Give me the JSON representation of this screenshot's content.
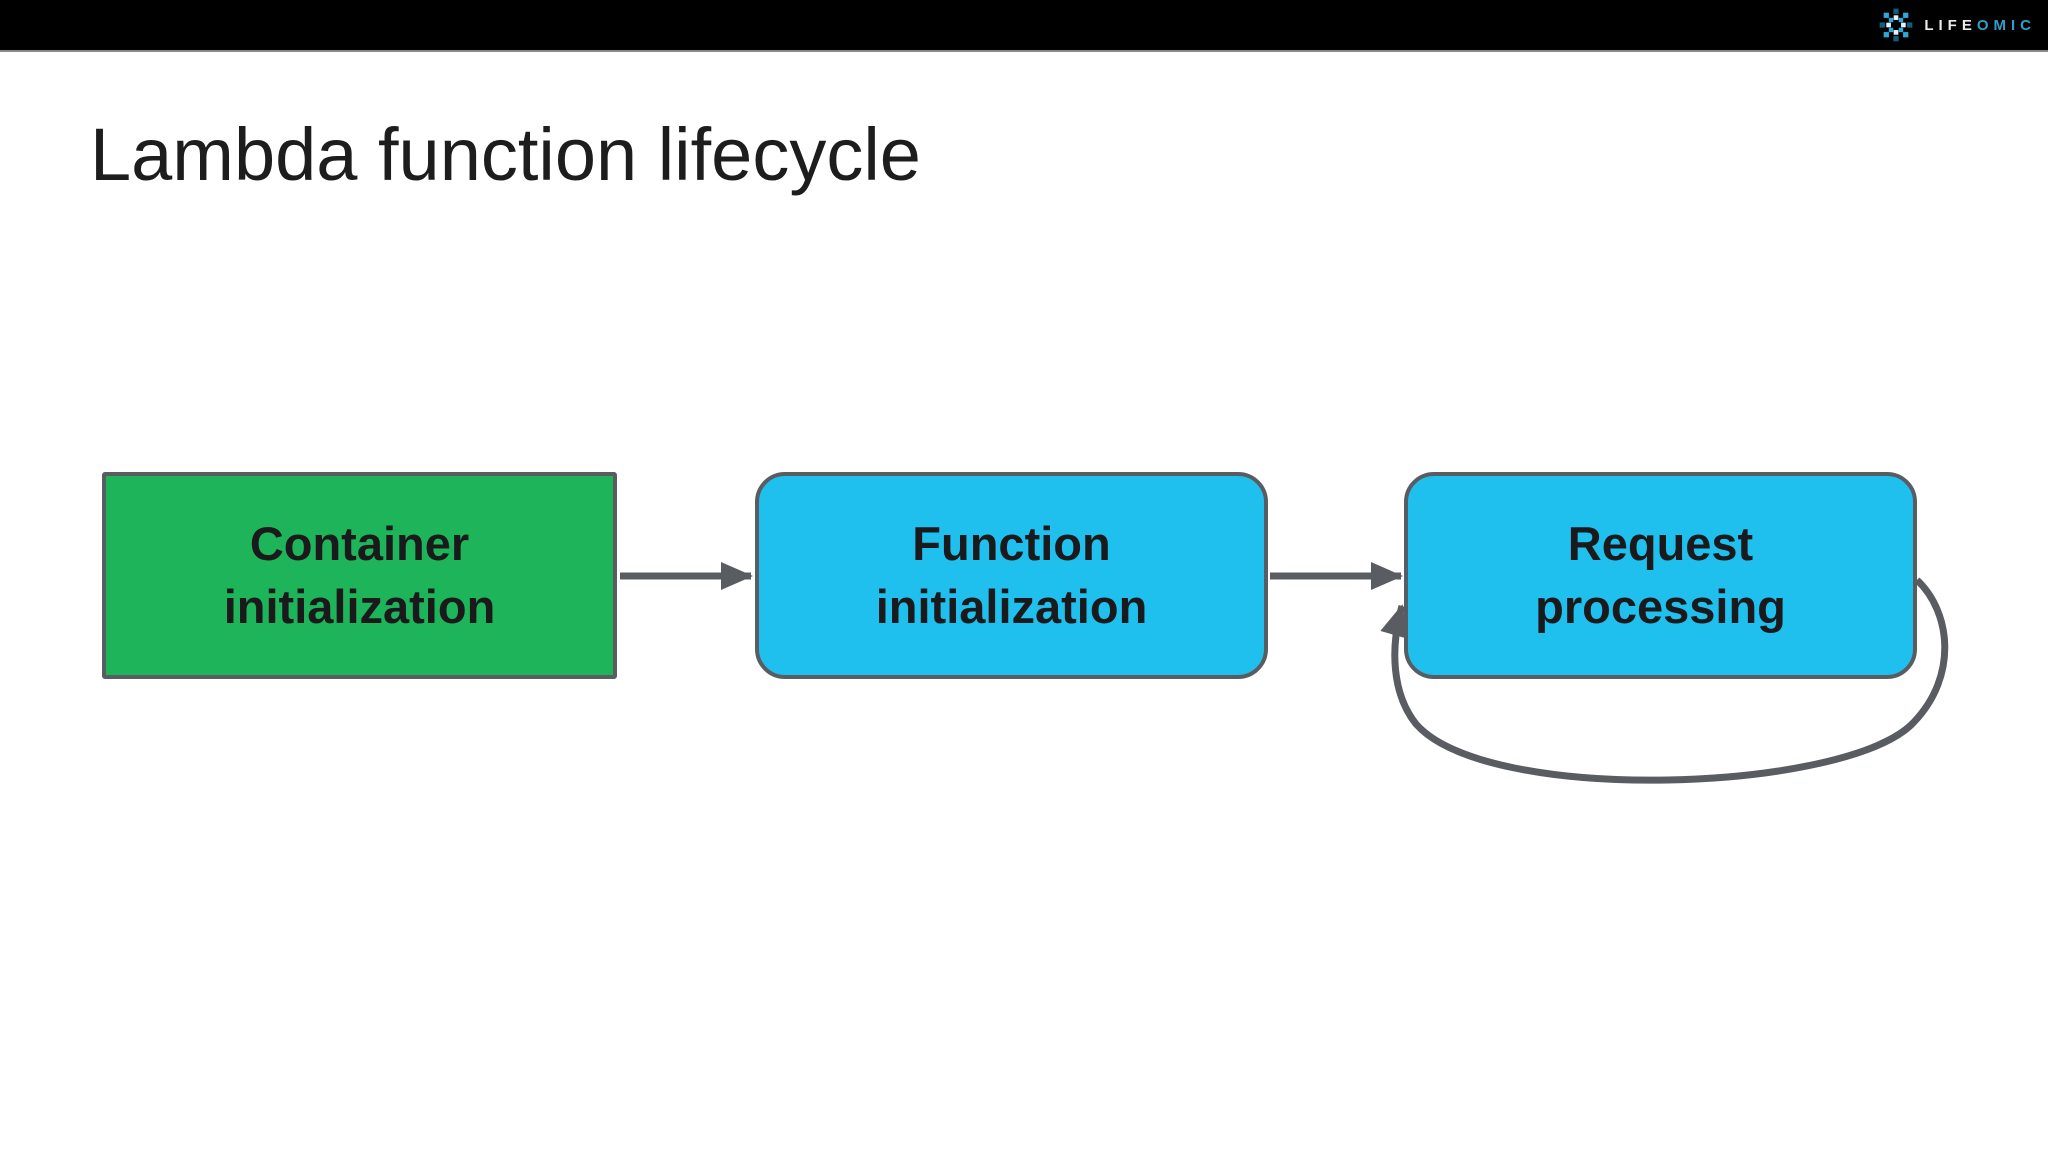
{
  "topbar": {
    "logo": {
      "text_primary": "LIFE",
      "text_accent": "OMIC",
      "accent_color": "#2f9fc9",
      "mark_color_bright": "#2fa9d8",
      "mark_color_dark": "#145e7a",
      "mark_color_light": "#e9f3f7"
    },
    "background": "#000000"
  },
  "slide": {
    "title": "Lambda function lifecycle",
    "title_color": "#1d1d1d",
    "background": "#ffffff"
  },
  "diagram": {
    "nodes": [
      {
        "id": "container-initialization",
        "line1": "Container",
        "line2": "initialization",
        "fill": "#1eb45a",
        "shape": "rectangle"
      },
      {
        "id": "function-initialization",
        "line1": "Function",
        "line2": "initialization",
        "fill": "#1fc0ee",
        "shape": "rounded-rectangle"
      },
      {
        "id": "request-processing",
        "line1": "Request",
        "line2": "processing",
        "fill": "#1fc0ee",
        "shape": "rounded-rectangle"
      }
    ],
    "edges": [
      {
        "from": "container-initialization",
        "to": "function-initialization",
        "type": "straight-arrow"
      },
      {
        "from": "function-initialization",
        "to": "request-processing",
        "type": "straight-arrow"
      },
      {
        "from": "request-processing",
        "to": "request-processing",
        "type": "self-loop-arrow"
      }
    ],
    "connector_color": "#595d61",
    "node_border_color": "#595d61",
    "node_text_color": "#1a1a1c"
  }
}
